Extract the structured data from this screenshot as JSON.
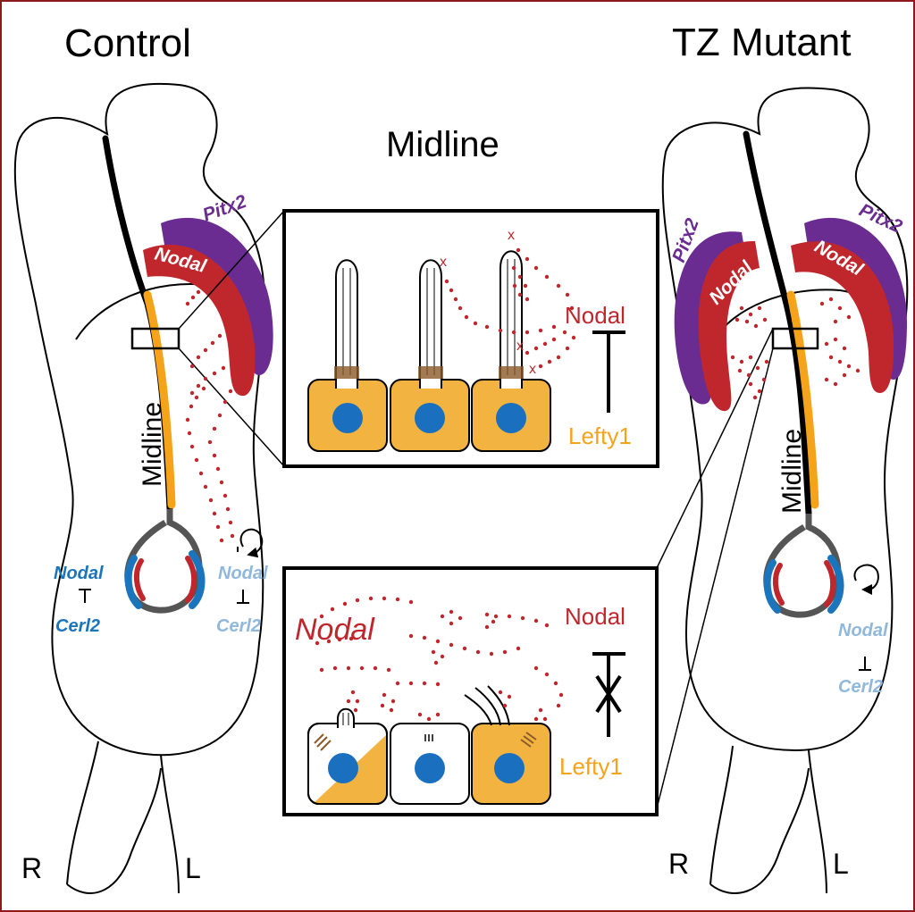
{
  "titles": {
    "control": "Control",
    "mutant": "TZ Mutant",
    "center": "Midline"
  },
  "labels": {
    "midline": "Midline",
    "pitx2": "Pitx2",
    "nodal": "Nodal",
    "cerl2": "Cerl2",
    "lefty1": "Lefty1",
    "right": "R",
    "left": "L",
    "x_mark": "x"
  },
  "colors": {
    "frame": "#8b1a1a",
    "nodal_red": "#c0272d",
    "pitx2_purple": "#6b2c91",
    "lefty_orange": "#f5a31a",
    "cell_fill": "#f2b340",
    "nucleus_blue": "#1a6fbf",
    "node_blue": "#1b75bc",
    "light_blue": "#8fb8dc",
    "cilia_brown": "#8b5a2b",
    "node_gray": "#555555"
  }
}
